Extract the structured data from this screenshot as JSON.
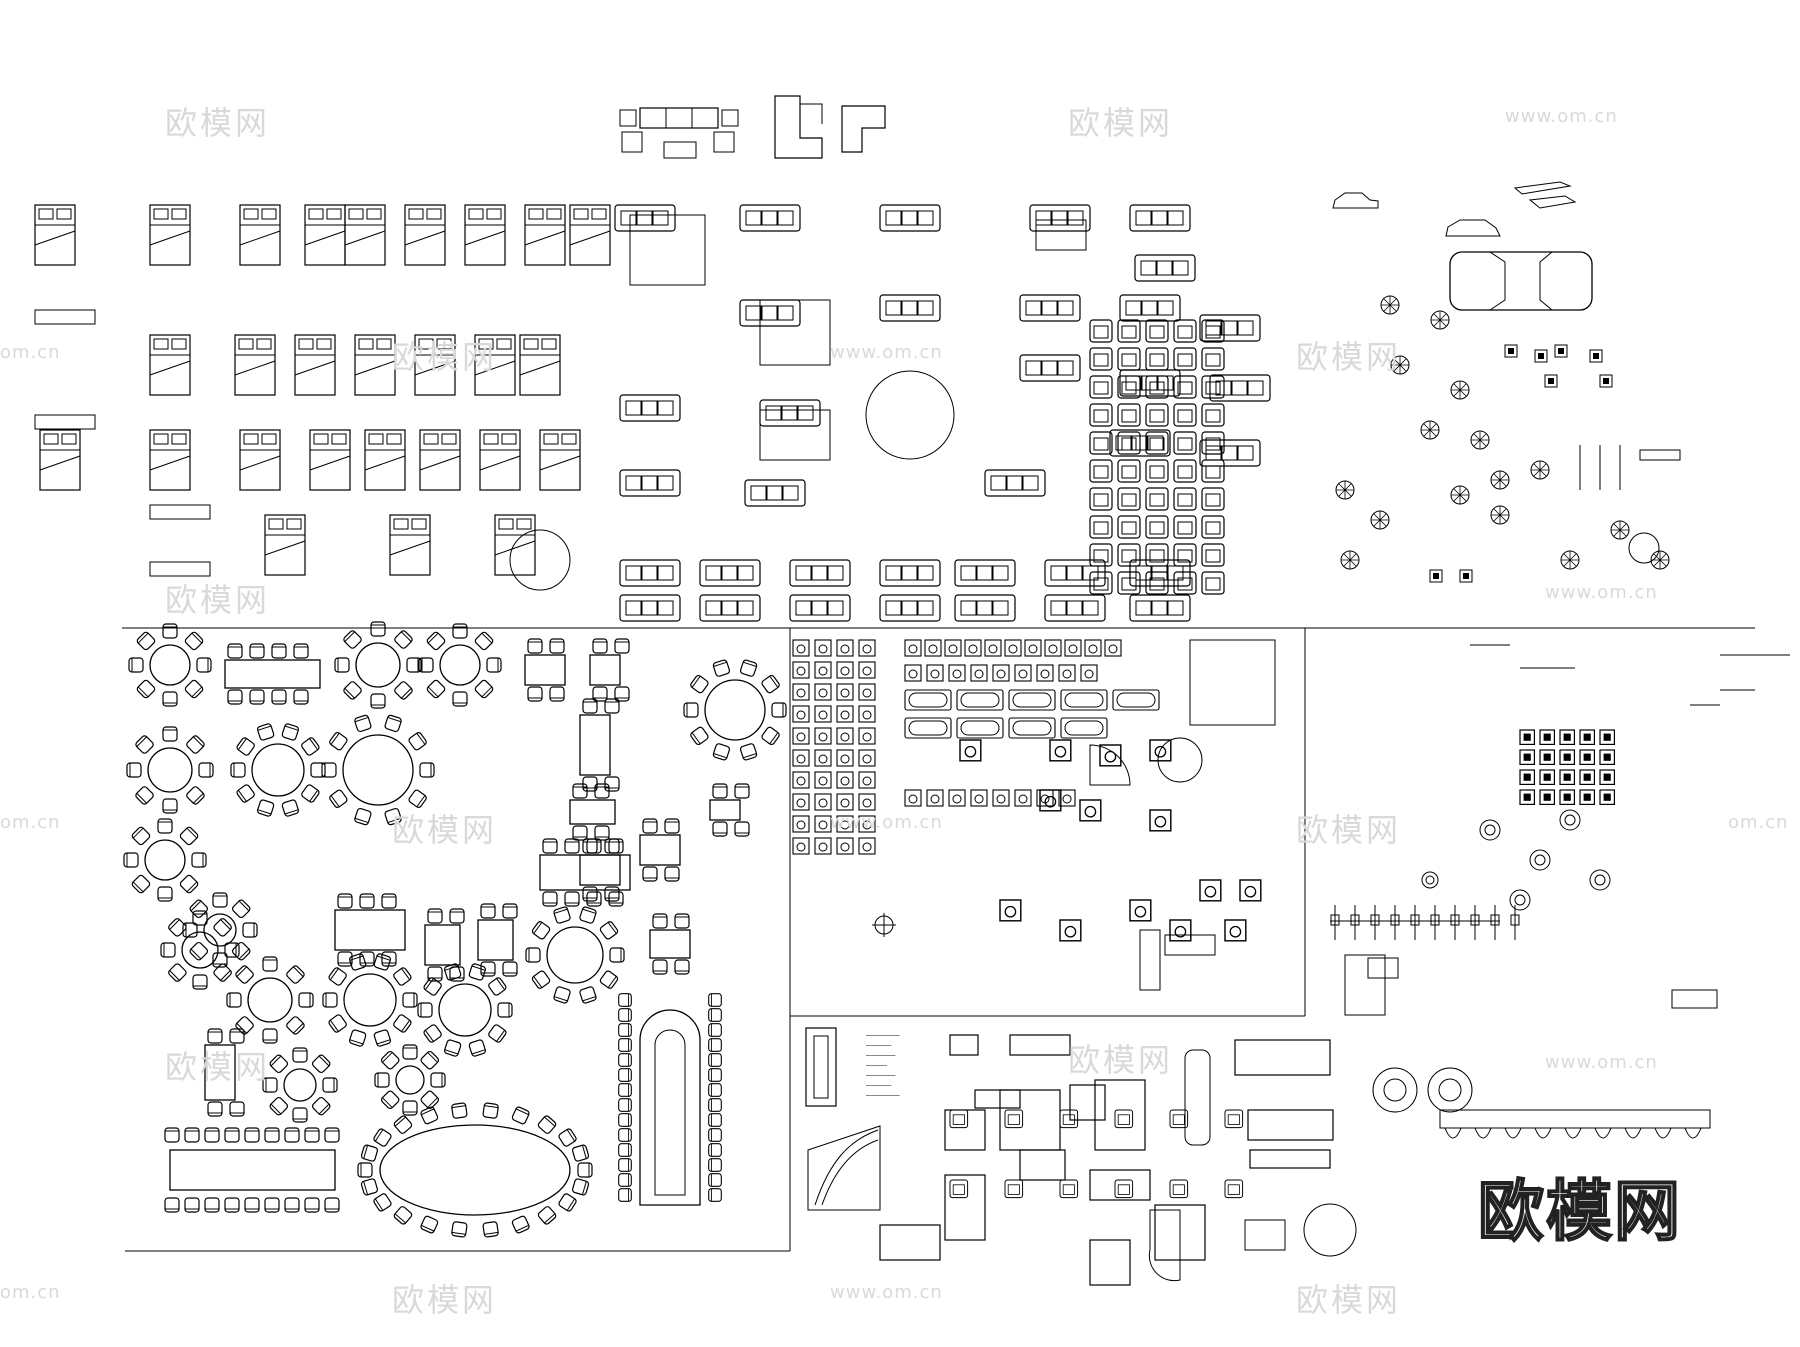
{
  "watermarks": {
    "brand": "欧模网",
    "url": "www.om.cn",
    "fragment": "om.cn",
    "big": "欧模网"
  },
  "stair_notes": [
    "————————",
    "——————",
    "———————",
    "—————",
    "———————",
    "——————",
    "————————"
  ],
  "palette": {
    "ink": "#000000",
    "paper": "#ffffff",
    "watermark": "#d9d9d9"
  }
}
